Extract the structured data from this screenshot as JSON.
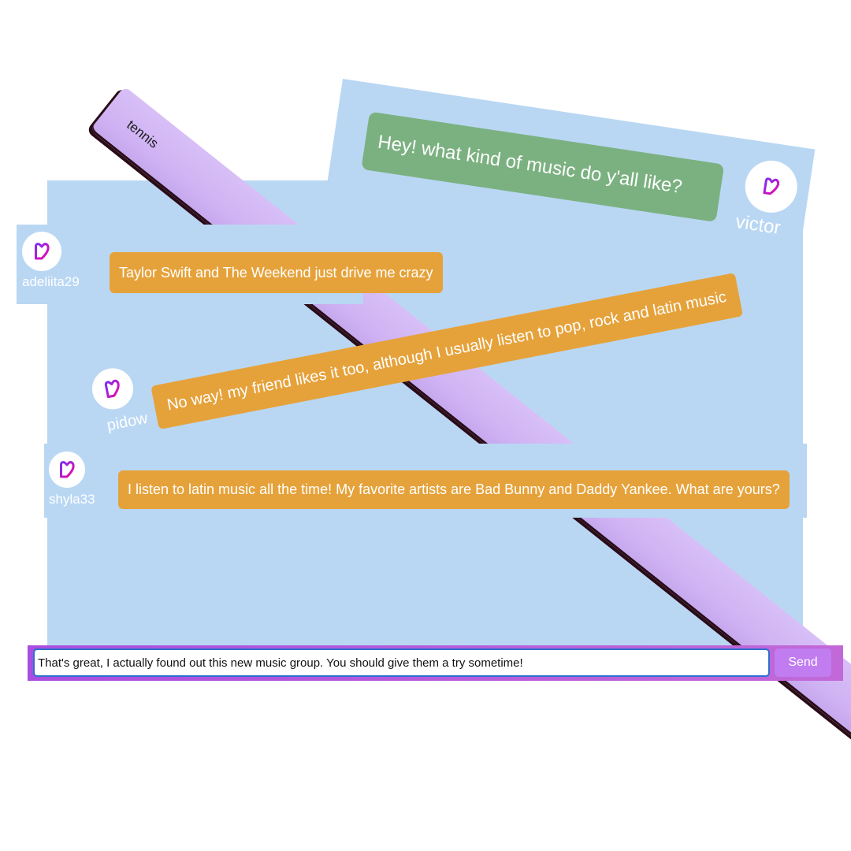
{
  "window": {
    "tag": "tennis",
    "close_label": "x"
  },
  "messages": [
    {
      "user": "victor",
      "text": "Hey! what kind of music do y'all like?"
    },
    {
      "user": "adeliita29",
      "text": "Taylor Swift and The Weekend just drive me crazy"
    },
    {
      "user": "pidow",
      "text": "No way! my friend likes it too, although I usually listen to pop, rock and latin music"
    },
    {
      "user": "shyla33",
      "text": "I listen to latin music all the time! My favorite artists are Bad Bunny and Daddy Yankee. What are yours?"
    }
  ],
  "composer": {
    "value": "That's great, I actually found out this new music group. You should give them a try sometime!",
    "send_label": "Send"
  },
  "colors": {
    "panel": "#b9d7f3",
    "bubble_orange": "#e6a23a",
    "bubble_green": "#7bb180",
    "bar_lavender": "#d8bff7",
    "accent_purple": "#b35be0"
  },
  "icons": {
    "avatar": "heart-logo-icon"
  }
}
